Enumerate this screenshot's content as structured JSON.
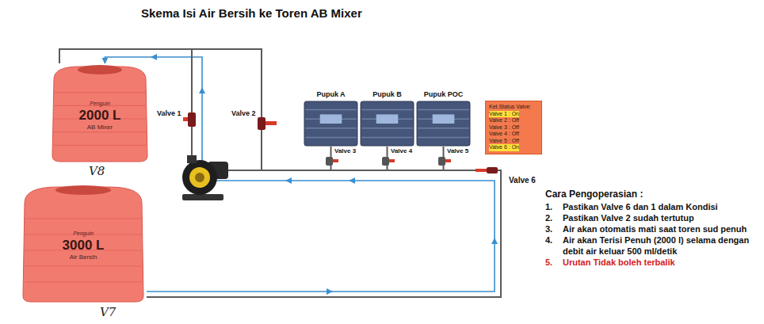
{
  "diagram": {
    "title": "Skema Isi Air Bersih ke Toren AB Mixer",
    "nodes": [
      {
        "text": [
          "Penguin",
          "2000 L",
          "AB Mixer"
        ]
      },
      {
        "text": [
          "Penguin",
          "3000 L",
          "Air Bersih"
        ]
      },
      {
        "text": [
          "Pupuk A"
        ]
      },
      {
        "text": [
          "Pupuk B"
        ]
      },
      {
        "text": [
          "Pupuk POC"
        ]
      },
      {
        "text": [
          "Ket.Status Valve:",
          "Valve 1 : On",
          "Valve 2 : Off",
          "Valve 3 : Off",
          "Valve 4 : Off",
          "Valve 5 : Off",
          "Valve 6 : On"
        ]
      }
    ],
    "edges": [
      {
        "from": 1,
        "to": 0,
        "arrow": "to"
      },
      {
        "from": 2,
        "to": 0,
        "arrow": "none"
      },
      {
        "from": 3,
        "to": 0,
        "arrow": "none"
      },
      {
        "from": 4,
        "to": 0,
        "arrow": "none"
      }
    ],
    "labels": [
      "Valve 1",
      "Valve 2",
      "Valve 3",
      "Valve 4",
      "Valve 5",
      "Valve 6",
      "V8",
      "V7",
      "Cara Pengoperasian :",
      "1.",
      "Pastikan Valve 6 dan 1 dalam Kondisi",
      "2.",
      "Pastikan Valve 2 sudah tertutup",
      "3.",
      "Air akan otomatis mati saat toren sud penuh",
      "4.",
      "Air akan Terisi Penuh (2000 l) selama dengan debit air keluar 500 ml/detik",
      "5.",
      "Urutan Tidak boleh terbalik"
    ]
  }
}
